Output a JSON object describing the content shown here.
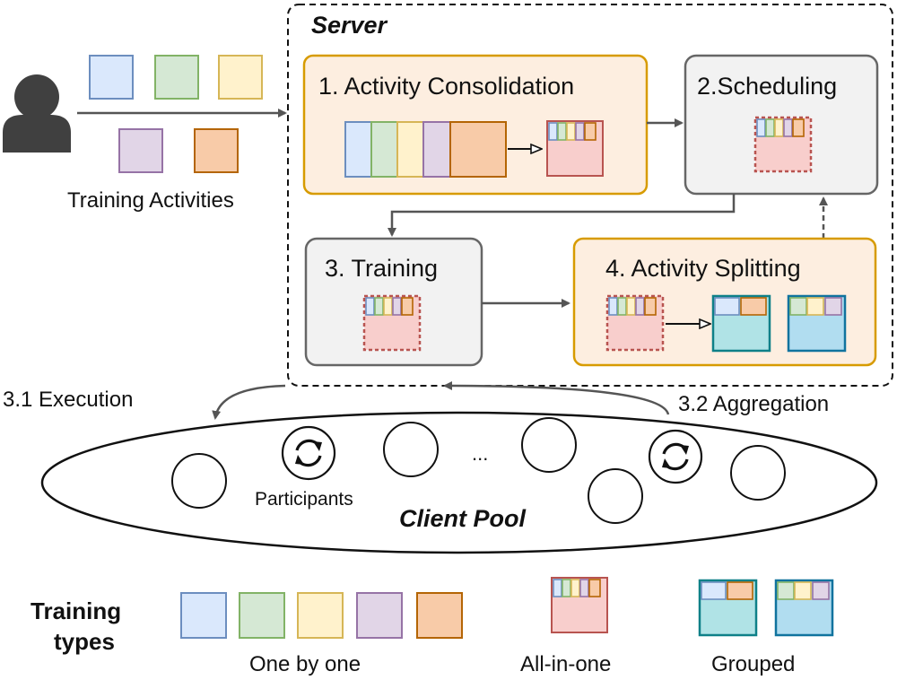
{
  "server": {
    "title": "Server"
  },
  "user": {
    "caption": "Training Activities"
  },
  "stages": {
    "consolidation": "1. Activity Consolidation",
    "scheduling": "2.Scheduling",
    "training": "3. Training",
    "splitting": "4. Activity Splitting"
  },
  "flows": {
    "execution": "3.1 Execution",
    "aggregation": "3.2 Aggregation"
  },
  "client_pool": {
    "title": "Client Pool",
    "participants_label": "Participants",
    "ellipsis": "..."
  },
  "legend": {
    "title_line1": "Training",
    "title_line2": "types",
    "one_by_one": "One by one",
    "all_in_one": "All-in-one",
    "grouped": "Grouped"
  },
  "colors": {
    "blue": "#dae8fc",
    "blue_border": "#6c8ebf",
    "green": "#d5e8d4",
    "green_border": "#82b366",
    "yellow": "#fff2cc",
    "yellow_border": "#d6b656",
    "purple": "#e1d5e7",
    "purple_border": "#9673a6",
    "orange": "#f8cba8",
    "orange_border": "#b46504",
    "pink": "#f8cecc",
    "pink_border": "#b85450",
    "stage_orange_bg": "#fdeee0",
    "stage_orange_border": "#d79b00",
    "stage_gray_bg": "#f2f2f2",
    "stage_gray_border": "#666666",
    "teal": "#b0e3e6",
    "teal_border": "#0e8088",
    "sky": "#b1ddf0",
    "sky_border": "#10739e"
  }
}
